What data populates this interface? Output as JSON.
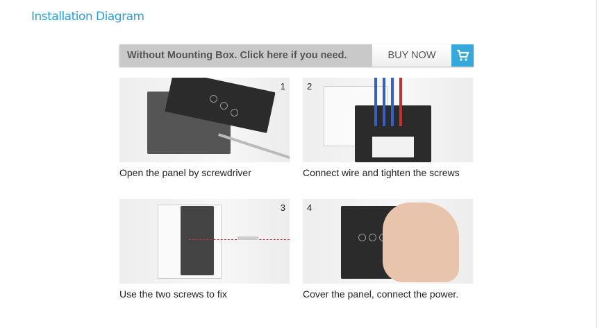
{
  "header": {
    "title": "Installation Diagram"
  },
  "banner": {
    "message": "Without Mounting Box. Click here if you need.",
    "buy_label": "BUY NOW",
    "icon": "cart-icon",
    "accent": "#35a8dc"
  },
  "steps": [
    {
      "number": "1",
      "caption": "Open the panel by screwdriver"
    },
    {
      "number": "2",
      "caption": "Connect wire and tighten the screws"
    },
    {
      "number": "3",
      "caption": "Use the two screws to fix"
    },
    {
      "number": "4",
      "caption": "Cover the panel, connect the power."
    }
  ]
}
